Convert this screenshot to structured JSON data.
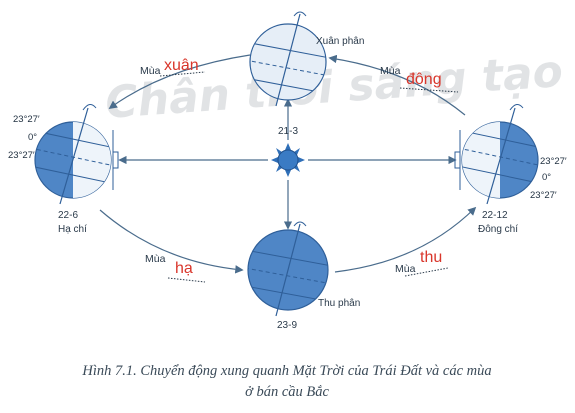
{
  "watermark": "Chân trời sáng tạo",
  "positions": {
    "spring": {
      "date": "21-3",
      "name": "Xuân phân"
    },
    "summer": {
      "date": "22-6",
      "name": "Hạ chí"
    },
    "autumn": {
      "date": "23-9",
      "name": "Thu phân"
    },
    "winter": {
      "date": "22-12",
      "name": "Đông chí"
    }
  },
  "latitudes": {
    "tropic": "23°27′",
    "equator": "0°"
  },
  "seasons": {
    "prefix": "Mùa",
    "spring": "xuân",
    "summer": "hạ",
    "autumn": "thu",
    "winter": "đông"
  },
  "caption": {
    "line1": "Hình 7.1. Chuyển động xung quanh Mặt Trời của Trái Đất và các mùa",
    "line2": "ở bán cầu Bắc"
  },
  "colors": {
    "earth_fill": "#4f86c6",
    "earth_light": "#dde9f5",
    "sun": "#2f6fb8",
    "arrow": "#4a6c8c",
    "season_red": "#d9362b"
  }
}
